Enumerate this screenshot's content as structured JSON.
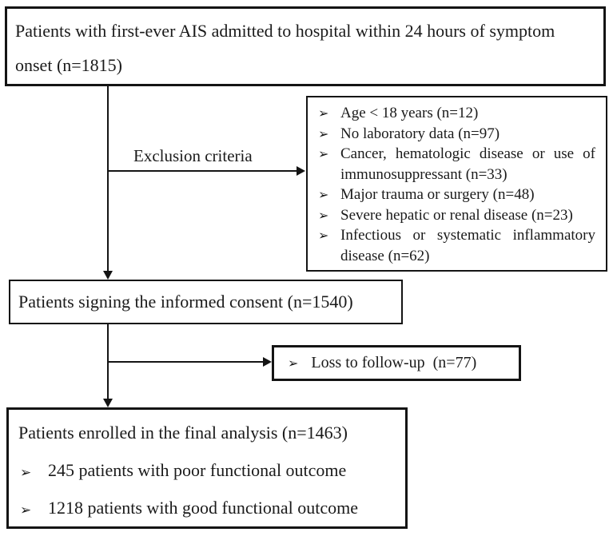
{
  "diagram": {
    "bullet_glyph": "➢",
    "top_box": {
      "text": "Patients with first-ever AIS admitted to hospital within 24 hours of symptom onset (n=1815)"
    },
    "exclusion_label": "Exclusion criteria",
    "exclusion_box": {
      "items": [
        "Age < 18 years (n=12)",
        "No laboratory data (n=97)",
        "Cancer, hematologic disease or use of immunosuppressant (n=33)",
        "Major trauma or surgery (n=48)",
        "Severe hepatic or renal disease (n=23)",
        "Infectious or systematic inflammatory disease (n=62)"
      ]
    },
    "consent_box": {
      "text": "Patients signing the informed consent (n=1540)"
    },
    "loss_box": {
      "text": "Loss to follow-up  (n=77)"
    },
    "final_box": {
      "title": "Patients enrolled in the final analysis (n=1463)",
      "items": [
        "245 patients with poor functional outcome",
        "1218 patients with good functional outcome"
      ]
    }
  }
}
